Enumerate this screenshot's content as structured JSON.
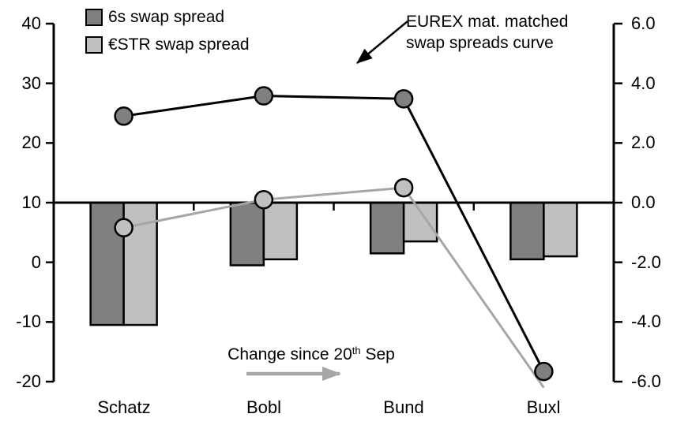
{
  "legend": {
    "items": [
      {
        "label": "6s swap spread",
        "swatch_color": "#808080"
      },
      {
        "label": "€STR swap spread",
        "swatch_color": "#c0c0c0"
      }
    ]
  },
  "annotations": {
    "curve_line1": "EUREX mat. matched",
    "curve_line2": "swap spreads curve",
    "change_prefix": "Change since 20",
    "change_sup": "th",
    "change_suffix": " Sep"
  },
  "colors": {
    "bar_dark": "#808080",
    "bar_light": "#c0c0c0",
    "line_dark": "#000000",
    "line_light": "#a6a6a6",
    "axis": "#000000"
  },
  "chart_data": {
    "type": [
      "line",
      "bar"
    ],
    "categories": [
      "Schatz",
      "Bobl",
      "Bund",
      "Buxl"
    ],
    "left_axis": {
      "ticks": [
        "40",
        "30",
        "20",
        "10",
        "0",
        "-10",
        "-20"
      ],
      "range": [
        -20,
        40
      ],
      "applies_to": "swap spread level lines"
    },
    "right_axis": {
      "ticks": [
        "6.0",
        "4.0",
        "2.0",
        "0.0",
        "-2.0",
        "-4.0",
        "-6.0"
      ],
      "range": [
        -6,
        6
      ],
      "applies_to": "change since 20th Sep bars"
    },
    "line_series": [
      {
        "name": "6s swap spread",
        "axis": "left",
        "color": "#000000",
        "marker_fill": "#808080",
        "values": [
          24.5,
          27.9,
          27.4,
          -18.3
        ],
        "markers": [
          true,
          true,
          true,
          true
        ]
      },
      {
        "name": "€STR swap spread",
        "axis": "left",
        "color": "#a6a6a6",
        "marker_fill": "#c0c0c0",
        "values": [
          5.8,
          10.5,
          12.5,
          -21.0
        ],
        "markers": [
          true,
          true,
          true,
          false
        ]
      }
    ],
    "bar_series": [
      {
        "name": "6s swap spread",
        "axis": "right",
        "fill": "#808080",
        "values": [
          -4.1,
          -2.1,
          -1.7,
          -1.9
        ]
      },
      {
        "name": "€STR swap spread",
        "axis": "right",
        "fill": "#c0c0c0",
        "values": [
          -4.1,
          -1.9,
          -1.3,
          -1.8
        ]
      }
    ],
    "annotation_labels": [
      "EUREX mat. matched swap spreads curve",
      "Change since 20th Sep"
    ],
    "legend_position": "top-left",
    "grid": false
  }
}
